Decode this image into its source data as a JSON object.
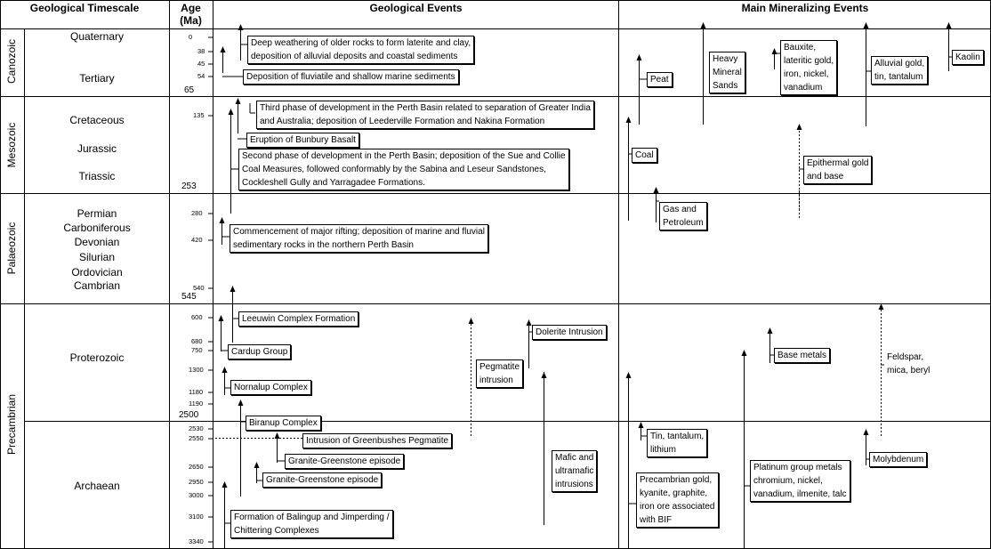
{
  "headers": {
    "timescale": "Geological Timescale",
    "age_line1": "Age",
    "age_line2": "(Ma)",
    "events": "Geological Events",
    "mineralizing": "Main Mineralizing Events"
  },
  "eras": [
    "Canozoic",
    "Mesozoic",
    "Palaeozoic",
    "Precambrian"
  ],
  "periods": [
    "Quaternary",
    "Tertiary",
    "Cretaceous",
    "Jurassic",
    "Triassic",
    "Permian",
    "Carboniferous",
    "Devonian",
    "Silurian",
    "Ordovician",
    "Cambrian",
    "Proterozoic",
    "Archaean"
  ],
  "ages_small": [
    "0",
    "38",
    "45",
    "54",
    "135",
    "280",
    "420",
    "540",
    "600",
    "680",
    "750",
    "1300",
    "1180",
    "1190",
    "2530",
    "2550",
    "2650",
    "2950",
    "3000",
    "3100",
    "3340"
  ],
  "ages_big": [
    "65",
    "253",
    "545",
    "2500"
  ],
  "geo_events": [
    "Deep weathering of older rocks to form laterite and clay,",
    "deposition of alluvial deposits and coastal sediments",
    "Deposition of fluviatile and shallow marine sediments",
    "Third phase of development in the Perth Basin related to separation of Greater India",
    "and Australia; deposition of Leederville Formation and Nakina Formation",
    "Eruption of Bunbury Basalt",
    "Second phase of development in the Perth Basin; deposition of the Sue and Collie",
    "Coal Measures, followed conformably by the Sabina and Leseur Sandstones,",
    "Cockleshell Gully and Yarragadee Formations.",
    "Commencement of major rifting; deposition of marine and fluvial",
    "sedimentary rocks in the northern Perth Basin",
    "Leeuwin Complex Formation",
    "Cardup Group",
    "Nornalup Complex",
    "Biranup Complex",
    "Intrusion of Greenbushes Pegmatite",
    "Granite-Greenstone episode",
    "Granite-Greenstone episode",
    "Formation of Balingup and Jimperding /",
    "Chittering Complexes",
    "Dolerite Intrusion",
    "Pegmatite",
    "intrusion",
    "Mafic and",
    "ultramafic",
    "intrusions"
  ],
  "min_events": [
    "Peat",
    "Heavy",
    "Mineral",
    "Sands",
    "Bauxite,",
    "lateritic gold,",
    "iron, nickel,",
    "vanadium",
    "Alluvial gold,",
    "tin, tantalum",
    "Kaolin",
    "Coal",
    "Epithermal gold",
    "and base",
    "Gas and",
    "Petroleum",
    "Base metals",
    "Feldspar,",
    "mica, beryl",
    "Tin, tantalum,",
    "lithium",
    "Molybdenum",
    "Platinum group metals",
    "chromium, nickel,",
    "vanadium, ilmenite, talc",
    "Precambrian gold,",
    "kyanite, graphite,",
    "iron ore associated",
    "with BIF"
  ]
}
